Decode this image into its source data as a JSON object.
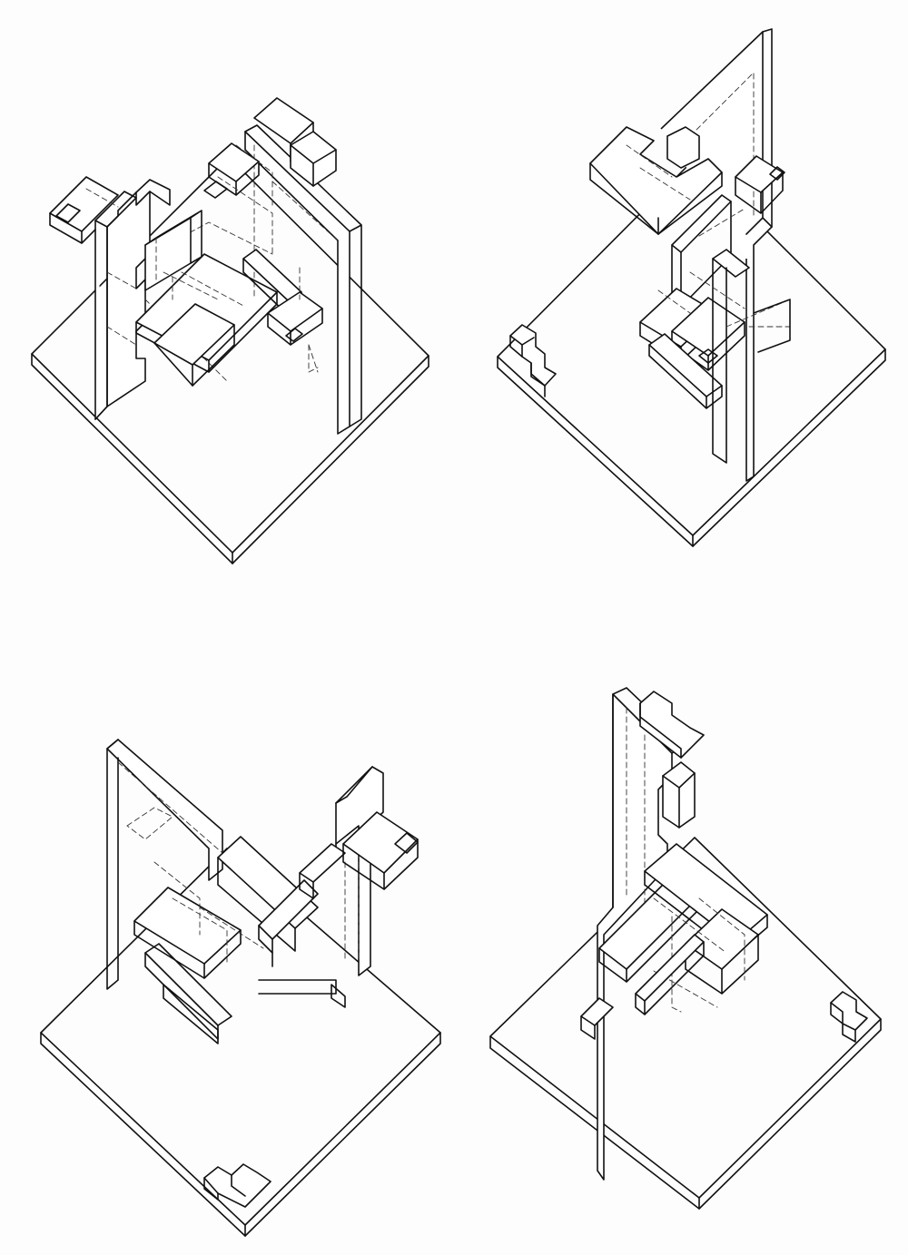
{
  "drawing": {
    "views": [
      {
        "name": "view-top-left"
      },
      {
        "name": "view-top-right"
      },
      {
        "name": "view-bottom-left"
      },
      {
        "name": "view-bottom-right"
      }
    ]
  }
}
